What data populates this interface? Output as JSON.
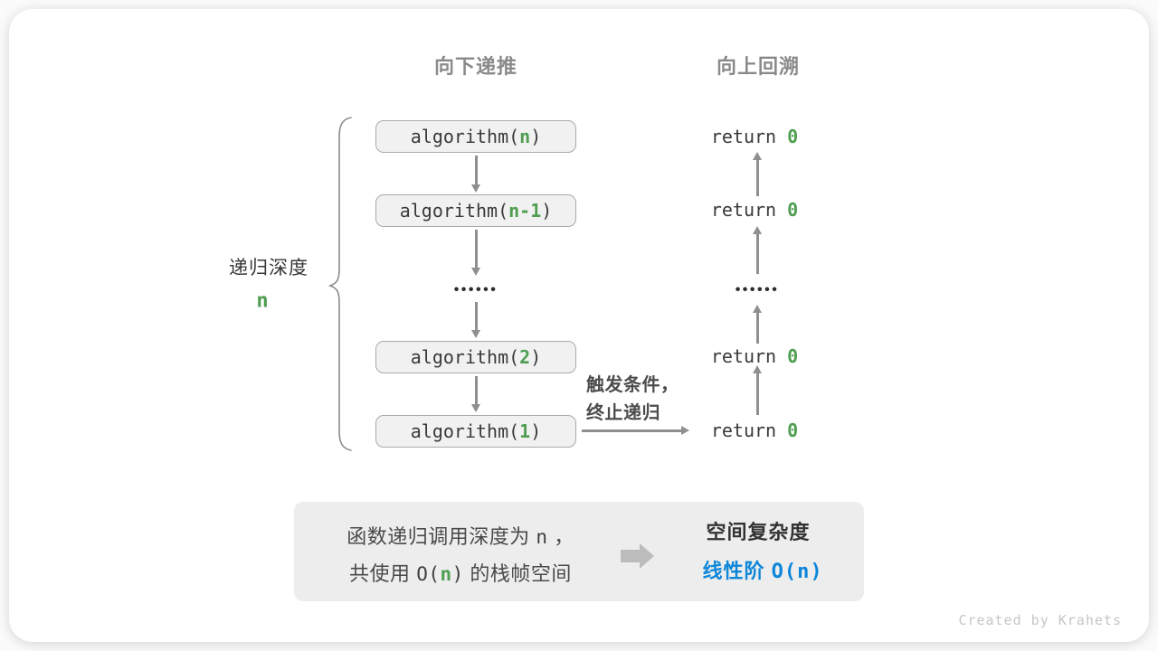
{
  "headers": {
    "down": "向下递推",
    "up": "向上回溯"
  },
  "depth_label": {
    "text": "递归深度",
    "value": "n"
  },
  "stack": {
    "calls": [
      {
        "pre": "algorithm(",
        "arg": "n",
        "post": ")"
      },
      {
        "pre": "algorithm(",
        "arg": "n-1",
        "post": ")"
      },
      {
        "pre": "algorithm(",
        "arg": "2",
        "post": ")"
      },
      {
        "pre": "algorithm(",
        "arg": "1",
        "post": ")"
      }
    ]
  },
  "returns": [
    {
      "pre": "return ",
      "val": "0"
    },
    {
      "pre": "return ",
      "val": "0"
    },
    {
      "pre": "return ",
      "val": "0"
    },
    {
      "pre": "return ",
      "val": "0"
    }
  ],
  "ellipsis": "••••••",
  "trigger": {
    "line1": "触发条件，",
    "line2": "终止递归"
  },
  "summary": {
    "left_line1": {
      "a": "函数递归调用深度为",
      "b": "n",
      "c": "，"
    },
    "left_line2": {
      "a": "共使用",
      "b": "O(",
      "c": "n",
      "d": ")",
      "e": "的栈帧空间"
    },
    "right_title": "空间复杂度",
    "right_result": {
      "a": "线性阶",
      "b": "O(n)"
    }
  },
  "watermark": "Created by Krahets",
  "colors": {
    "accent_green": "#4f9e52",
    "accent_blue": "#0e87d9",
    "arrow_gray": "#8f8f8f",
    "header_gray": "#8a8a8a",
    "box_bg": "#f1f1f1",
    "box_border": "#a9a9a9",
    "summary_bg": "#ededed"
  }
}
